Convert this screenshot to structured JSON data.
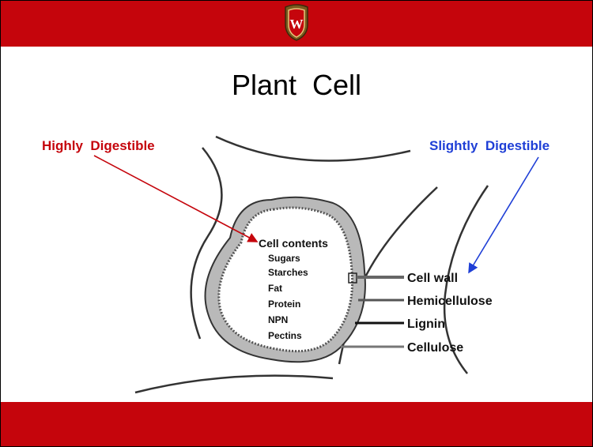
{
  "slide": {
    "title": "Plant  Cell",
    "left_label": "Highly  Digestible",
    "right_label": "Slightly  Digestible",
    "colors": {
      "bars": "#c5050c",
      "left_label": "#c5050c",
      "right_label": "#1f3fd6"
    },
    "crest_letter": "W"
  },
  "diagram": {
    "cell_contents_heading": "Cell contents",
    "cell_contents": [
      "Sugars",
      "Starches",
      "Fat",
      "Protein",
      "NPN",
      "Pectins"
    ],
    "wall_labels": [
      "Cell wall",
      "Hemicellulose",
      "Lignin",
      "Cellulose"
    ]
  }
}
